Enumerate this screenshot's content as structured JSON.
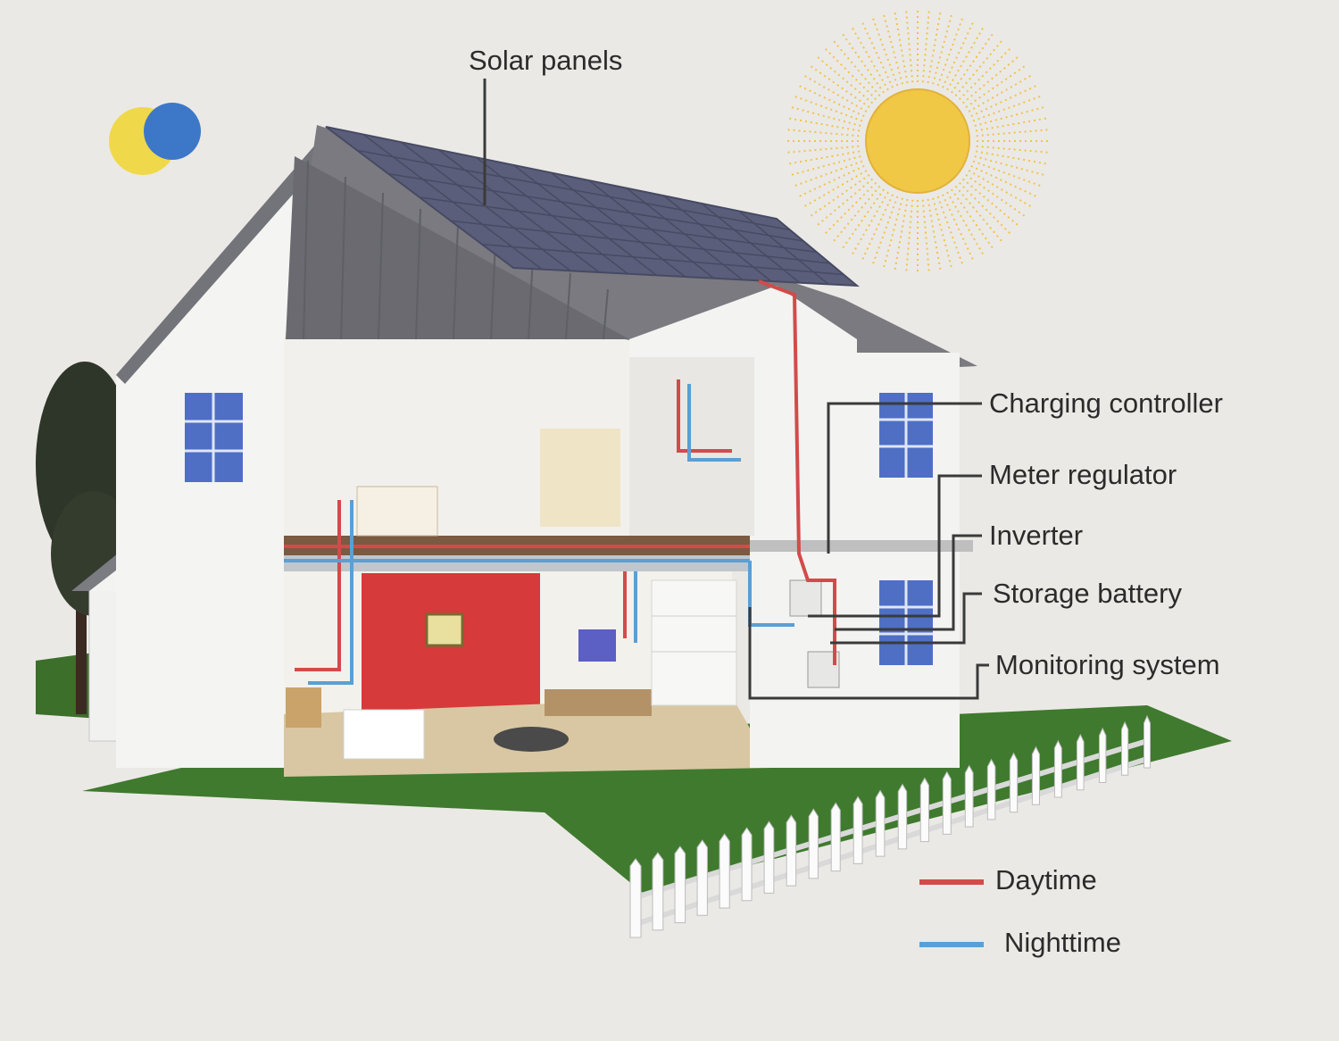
{
  "diagram": {
    "labels": {
      "solar_panels": "Solar panels",
      "charging_controller": "Charging controller",
      "meter_regulator": "Meter regulator",
      "inverter": "Inverter",
      "storage_battery": "Storage battery",
      "monitoring_system": "Monitoring system"
    },
    "legend": [
      {
        "label": "Daytime",
        "color": "#d24b4b"
      },
      {
        "label": "Nighttime",
        "color": "#5b9fd4"
      }
    ]
  },
  "colors": {
    "background": "#ebe9e5",
    "roof": "#7a7a80",
    "solar_panel": "#5a5e7a",
    "wall": "#f5f5f3",
    "lawn": "#3f7a2e",
    "sun": "#f0c846",
    "moon_blue": "#3d78c8",
    "moon_yellow": "#efd94a",
    "red_wall": "#d63a3a"
  },
  "icons": {
    "sun": "sun-icon",
    "moon": "moon-icon",
    "house": "house-icon"
  }
}
